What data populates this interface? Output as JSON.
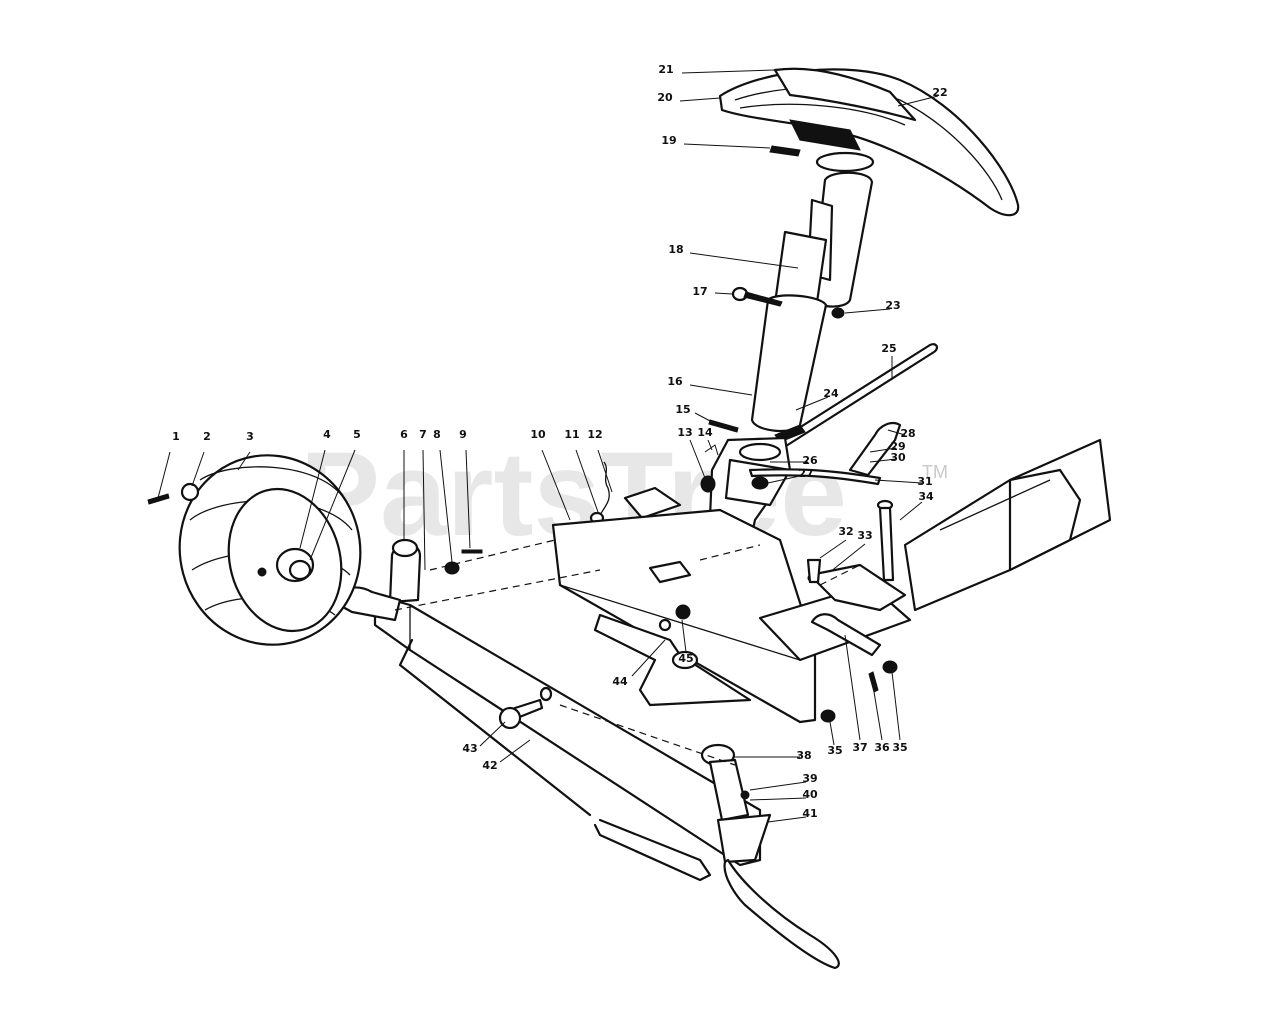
{
  "watermark": {
    "text": "PartsTree",
    "tm": "TM"
  },
  "callouts": [
    {
      "id": "c1",
      "label": "1"
    },
    {
      "id": "c2",
      "label": "2"
    },
    {
      "id": "c3",
      "label": "3"
    },
    {
      "id": "c4",
      "label": "4"
    },
    {
      "id": "c5",
      "label": "5"
    },
    {
      "id": "c6",
      "label": "6"
    },
    {
      "id": "c7",
      "label": "7"
    },
    {
      "id": "c8",
      "label": "8"
    },
    {
      "id": "c9",
      "label": "9"
    },
    {
      "id": "c10",
      "label": "10"
    },
    {
      "id": "c11",
      "label": "11"
    },
    {
      "id": "c12",
      "label": "12"
    },
    {
      "id": "c13",
      "label": "13"
    },
    {
      "id": "c14",
      "label": "14"
    },
    {
      "id": "c15",
      "label": "15"
    },
    {
      "id": "c16",
      "label": "16"
    },
    {
      "id": "c17",
      "label": "17"
    },
    {
      "id": "c18",
      "label": "18"
    },
    {
      "id": "c19",
      "label": "19"
    },
    {
      "id": "c20",
      "label": "20"
    },
    {
      "id": "c21",
      "label": "21"
    },
    {
      "id": "c22",
      "label": "22"
    },
    {
      "id": "c23",
      "label": "23"
    },
    {
      "id": "c24",
      "label": "24"
    },
    {
      "id": "c25",
      "label": "25"
    },
    {
      "id": "c26",
      "label": "26"
    },
    {
      "id": "c27",
      "label": "27"
    },
    {
      "id": "c28",
      "label": "28"
    },
    {
      "id": "c29",
      "label": "29"
    },
    {
      "id": "c30",
      "label": "30"
    },
    {
      "id": "c31",
      "label": "31"
    },
    {
      "id": "c32",
      "label": "32"
    },
    {
      "id": "c33",
      "label": "33"
    },
    {
      "id": "c34",
      "label": "34"
    },
    {
      "id": "c35a",
      "label": "35"
    },
    {
      "id": "c35b",
      "label": "35"
    },
    {
      "id": "c36",
      "label": "36"
    },
    {
      "id": "c37",
      "label": "37"
    },
    {
      "id": "c38",
      "label": "38"
    },
    {
      "id": "c39",
      "label": "39"
    },
    {
      "id": "c40",
      "label": "40"
    },
    {
      "id": "c41",
      "label": "41"
    },
    {
      "id": "c42",
      "label": "42"
    },
    {
      "id": "c43",
      "label": "43"
    },
    {
      "id": "c44",
      "label": "44"
    },
    {
      "id": "c45",
      "label": "45"
    }
  ]
}
